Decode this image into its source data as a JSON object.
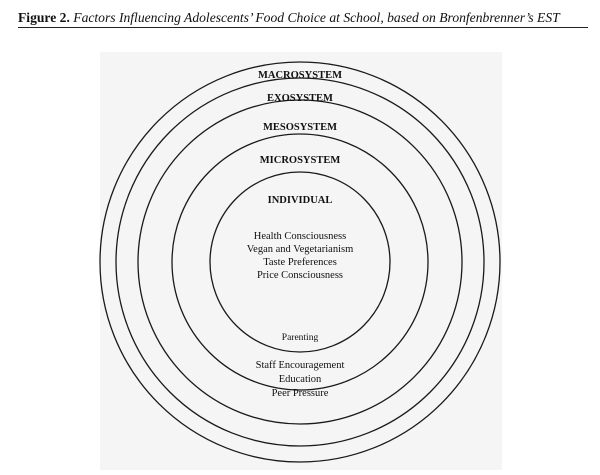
{
  "caption": {
    "label": "Figure 2.",
    "title": "Factors Influencing Adolescents’ Food Choice at School, based on Bronfenbrenner’s EST"
  },
  "diagram": {
    "levels": {
      "macrosystem": "MACROSYSTEM",
      "exosystem": "EXOSYSTEM",
      "mesosystem": "MESOSYSTEM",
      "microsystem": "MICROSYSTEM",
      "individual": "INDIVIDUAL"
    },
    "individual_factors": [
      "Health Consciousness",
      "Vegan and Vegetarianism",
      "Taste Preferences",
      "Price Consciousness"
    ],
    "microsystem_factors": [
      "Parenting"
    ],
    "mesosystem_factors": [
      "Staff Encouragement",
      "Education",
      "Peer Pressure"
    ]
  }
}
